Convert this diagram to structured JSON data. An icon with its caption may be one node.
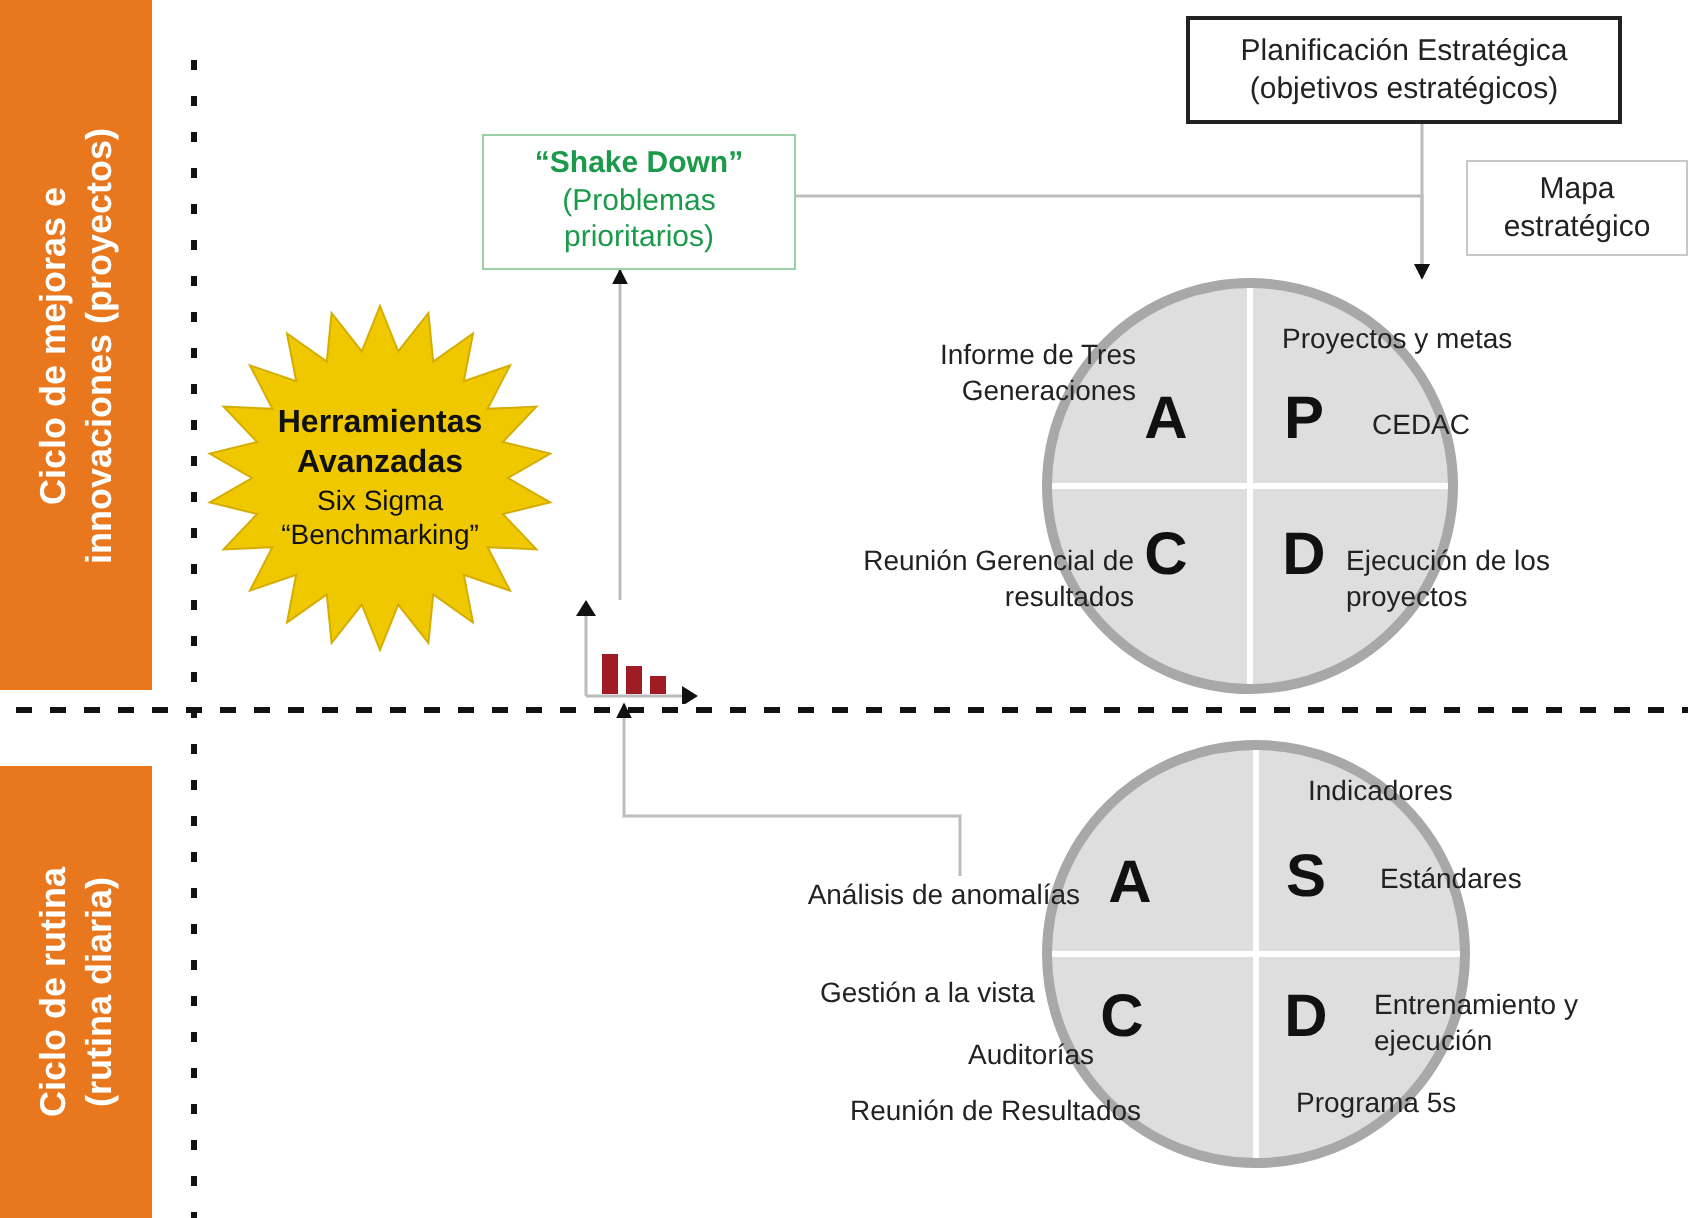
{
  "diagram": {
    "nodes": [
      {
        "text": [
          "Ciclo de mejoras e innovaciones (proyectos)"
        ]
      },
      {
        "text": [
          "Planificación Estratégica",
          "(objetivos estratégicos)"
        ]
      },
      {
        "text": [
          "Mapa estratégico"
        ]
      },
      {
        "text": [
          "“Shake Down”",
          "(Problemas prioritarios)"
        ]
      },
      {
        "text": [
          "Herramientas Avanzadas",
          "Six Sigma “Benchmarking”"
        ]
      },
      {
        "text": [
          "A",
          "P",
          "C",
          "D"
        ]
      },
      {
        "text": [],
        "shape": "picture"
      },
      {
        "text": [
          "Ciclo de rutina (rutina diaria)"
        ]
      },
      {
        "text": [
          "A",
          "S",
          "C",
          "D"
        ]
      },
      {
        "text": [
          "Análisis de anomalías"
        ]
      }
    ],
    "edges": [
      {
        "from": 1,
        "to": 5,
        "arrow": "to"
      },
      {
        "from": 3,
        "to": 5,
        "arrow": "to"
      },
      {
        "from": 6,
        "to": 3,
        "arrow": "to"
      },
      {
        "from": 9,
        "to": 6,
        "arrow": "to"
      }
    ],
    "labels": [
      "Informe de Tres Generaciones",
      "Proyectos y metas",
      "CEDAC",
      "Reunión Gerencial de resultados",
      "Ejecución de los proyectos",
      "Indicadores",
      "Estándares",
      "Gestión a la vista",
      "Entrenamiento y ejecución",
      "Auditorías",
      "Reunión de Resultados",
      "Programa 5s"
    ]
  }
}
